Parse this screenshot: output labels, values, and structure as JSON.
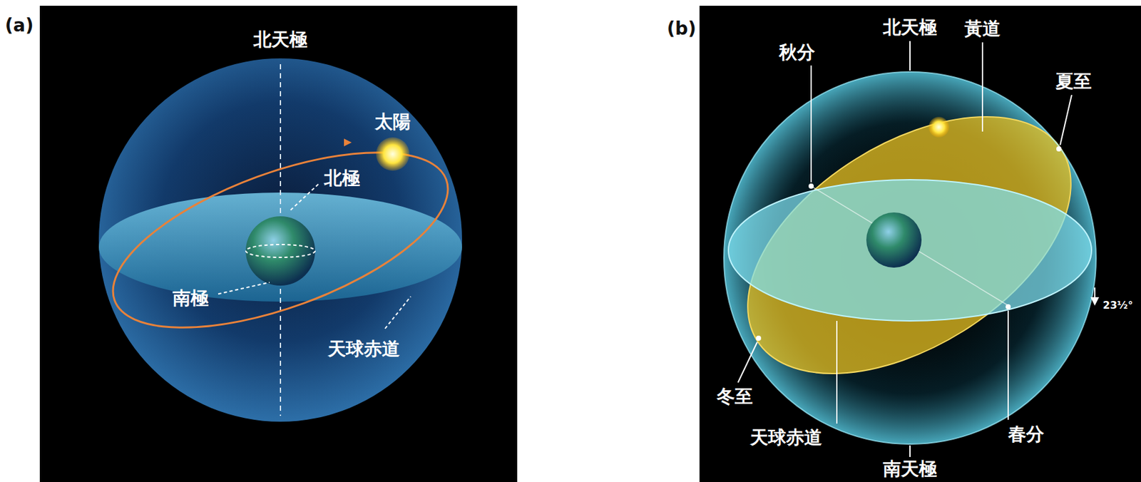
{
  "diagram": {
    "labels": [
      "(a)",
      "北天極",
      "太陽",
      "北極",
      "南極",
      "天球赤道",
      "(b)",
      "秋分",
      "北天極",
      "黃道",
      "夏至",
      "23½°",
      "冬至",
      "天球赤道",
      "春分",
      "南天極"
    ]
  }
}
